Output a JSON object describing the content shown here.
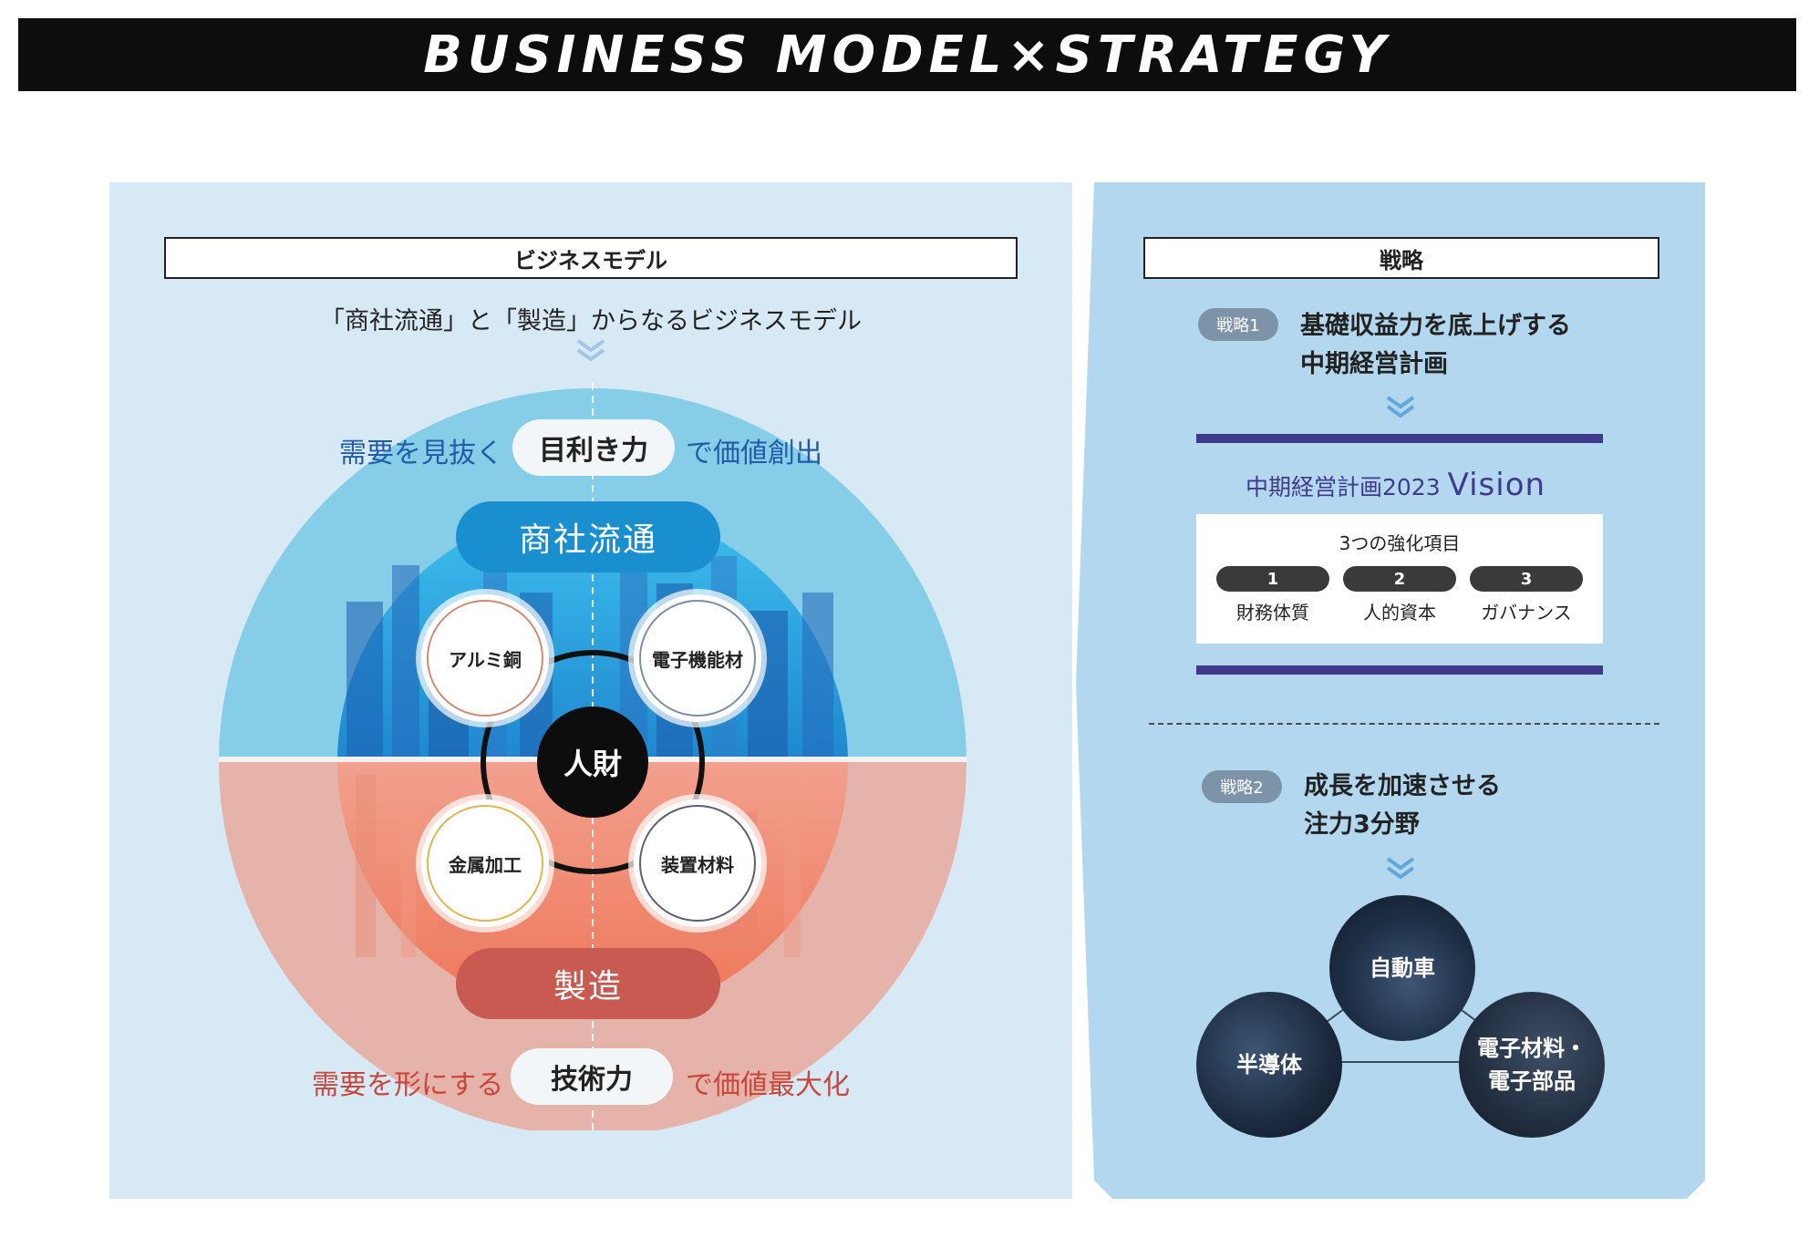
{
  "banner": {
    "title": "BUSINESS MODEL×STRATEGY"
  },
  "left": {
    "header": "ビジネスモデル",
    "subtitle": "「商社流通」と「製造」からなるビジネスモデル",
    "top_tagline_left": "需要を見抜く",
    "top_pill": "目利き力",
    "top_tagline_right": "で価値創出",
    "upper_label": "商社流通",
    "lower_label": "製造",
    "hub": "人財",
    "nodes": {
      "top_left": "アルミ銅",
      "top_right": "電子機能材",
      "bottom_left": "金属加工",
      "bottom_right": "装置材料"
    },
    "bottom_tagline_left": "需要を形にする",
    "bottom_pill": "技術力",
    "bottom_tagline_right": "で価値最大化",
    "colors": {
      "blue_outer": "#86cde8",
      "blue_pill": "#1a8fd0",
      "red_outer": "#e6b3aa",
      "red_pill": "#c85a52"
    }
  },
  "right": {
    "header": "戦略",
    "strategy1": {
      "badge": "戦略1",
      "line1": "基礎収益力を底上げする",
      "line2": "中期経営計画"
    },
    "vision": {
      "prefix": "中期経営計画2023",
      "word": "Vision"
    },
    "box": {
      "title": "3つの強化項目",
      "items": [
        {
          "num": "1",
          "label": "財務体質"
        },
        {
          "num": "2",
          "label": "人的資本"
        },
        {
          "num": "3",
          "label": "ガバナンス"
        }
      ]
    },
    "strategy2": {
      "badge": "戦略2",
      "line1": "成長を加速させる",
      "line2": "注力3分野"
    },
    "fields": {
      "top": "自動車",
      "left": "半導体",
      "right_line1": "電子材料・",
      "right_line2": "電子部品"
    }
  }
}
